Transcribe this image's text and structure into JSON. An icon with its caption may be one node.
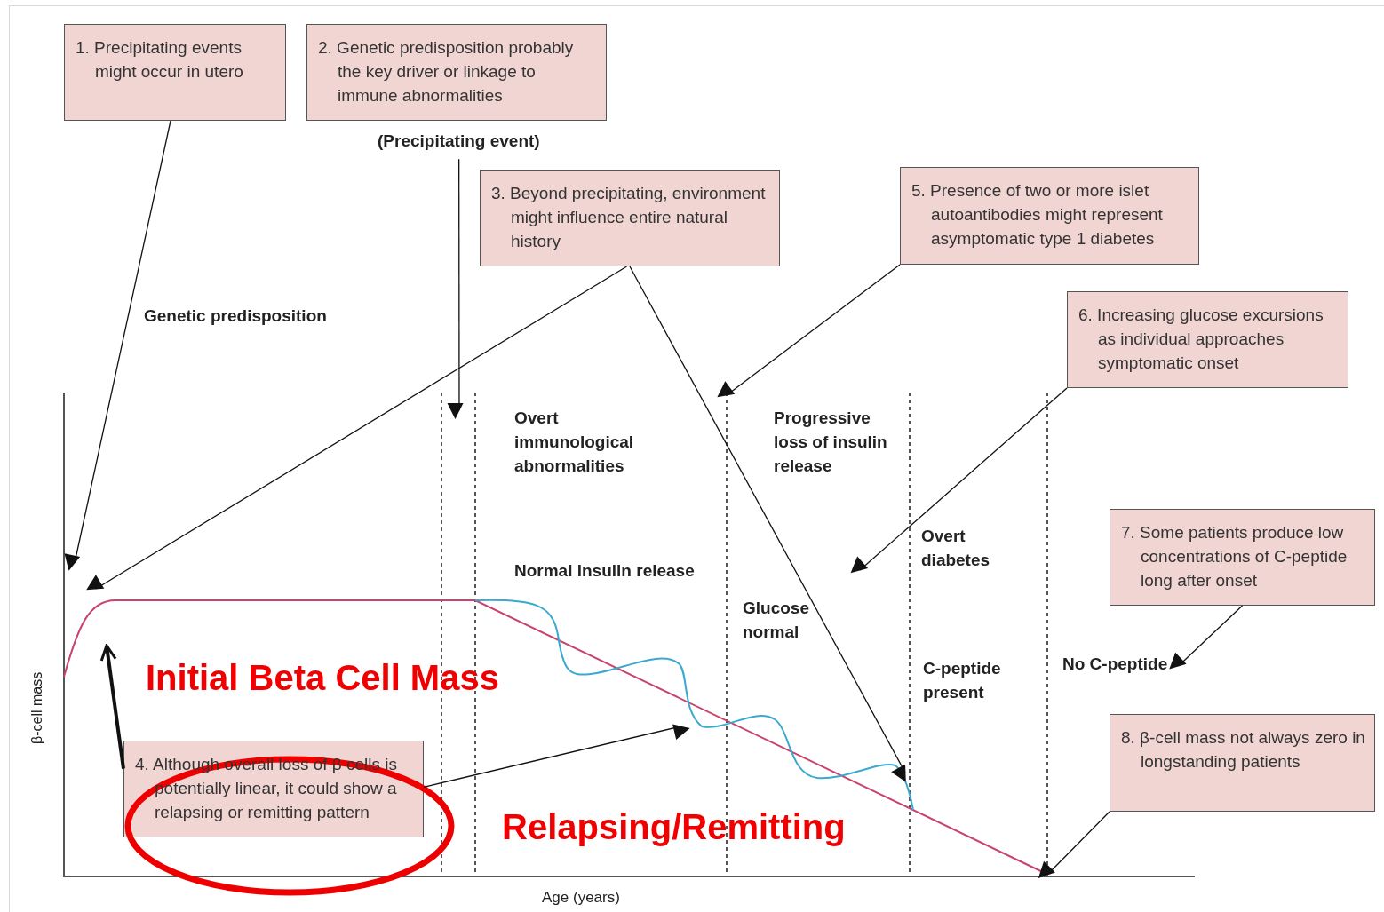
{
  "diagram": {
    "nodes": [
      {
        "text": [
          "1. Precipitating events might occur in utero"
        ]
      },
      {
        "text": [
          "2. Genetic predisposition probably the key driver or linkage to immune abnormalities"
        ]
      },
      {
        "text": [
          "(Precipitating event)"
        ]
      },
      {
        "text": [
          "3. Beyond precipitating, environment might influence entire natural history"
        ]
      },
      {
        "text": [
          "5. Presence of two or more islet autoantibodies might represent asymptomatic type 1 diabetes"
        ]
      },
      {
        "text": [
          "6. Increasing glucose excursions as individual approaches symptomatic onset"
        ]
      },
      {
        "text": [
          "7. Some patients produce low concentrations of C-peptide long after onset"
        ]
      },
      {
        "text": [
          "No C-peptide"
        ]
      },
      {
        "text": [
          "4. Although overall loss of β cells is potentially linear, it could show a relapsing or remitting pattern"
        ]
      },
      {
        "text": [
          "8. β-cell mass not always zero in longstanding patients"
        ]
      }
    ],
    "edges": [
      {
        "from": 0,
        "to": null,
        "arrow": "to"
      },
      {
        "from": 2,
        "to": null,
        "arrow": "to"
      },
      {
        "from": 3,
        "to": null,
        "arrow": "to"
      },
      {
        "from": 3,
        "to": null,
        "arrow": "to"
      },
      {
        "from": 4,
        "to": null,
        "arrow": "to"
      },
      {
        "from": 5,
        "to": null,
        "arrow": "to"
      },
      {
        "from": 6,
        "to": 7,
        "arrow": "to"
      },
      {
        "from": 8,
        "to": null,
        "arrow": "to",
        "style": "thick"
      },
      {
        "from": 8,
        "to": null,
        "arrow": "to"
      },
      {
        "from": 9,
        "to": null,
        "arrow": "to"
      }
    ],
    "labels": [
      "Genetic predisposition",
      "Overt immunological abnormalities",
      "Progressive loss of insulin release",
      "Overt diabetes",
      "Normal insulin release",
      "Glucose normal",
      "Initial Beta Cell Mass",
      "C-peptide present",
      "β-cell mass",
      "Relapsing/Remitting",
      "Age (years)"
    ]
  }
}
